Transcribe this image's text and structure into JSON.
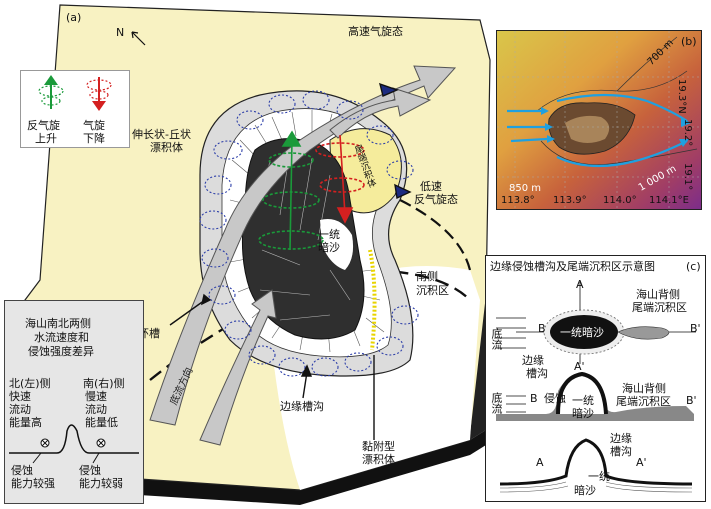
{
  "panel_a": {
    "tag": "(a)",
    "north": "N",
    "fast_cyclone": "高速气旋态",
    "slow_anticyclone": [
      "低速",
      "反气旋态"
    ],
    "elongated": [
      "伸长状-丘状",
      "漂积体"
    ],
    "tail_deposit": "尾端沉积体",
    "seamount": [
      "一统",
      "暗沙"
    ],
    "south_area": [
      "南侧",
      "沉积区"
    ],
    "moat": "环槽",
    "margin_trough": "边缘槽沟",
    "bottom_current": "底流方向",
    "attached": [
      "黏附型",
      "漂积体"
    ]
  },
  "legend_icons": {
    "anticyclone": [
      "反气旋",
      "上升"
    ],
    "cyclone": [
      "气旋",
      "下降"
    ]
  },
  "legend_box": {
    "title": [
      "海山南北两侧",
      "水流速度和",
      "侵蚀强度差异"
    ],
    "north": [
      "北(左)侧",
      "快速",
      "流动",
      "能量高"
    ],
    "south": [
      "南(右)侧",
      "慢速",
      "流动",
      "能量低"
    ],
    "bottom_left": [
      "侵蚀",
      "能力较强"
    ],
    "bottom_right": [
      "侵蚀",
      "能力较弱"
    ]
  },
  "panel_b": {
    "tag": "(b)",
    "contour_700": "700 m",
    "contour_850": "850 m",
    "contour_1000": "1 000 m",
    "lon_ticks": [
      "113.8°",
      "113.9°",
      "114.0°",
      "114.1°E"
    ],
    "lat_ticks": [
      "19.3°N",
      "19.2°",
      "19.1°"
    ]
  },
  "panel_c": {
    "tag": "(c)",
    "title": "边缘侵蚀槽沟及尾端沉积区示意图",
    "current": "底流",
    "seamount": "一统暗沙",
    "seamount_split": [
      "一统",
      "暗沙"
    ],
    "back_tail": [
      "海山背侧",
      "尾端沉积区"
    ],
    "margin_trough": [
      "边缘",
      "槽沟"
    ],
    "erosion": "侵蚀",
    "a": "A",
    "a_prime": "A'",
    "b": "B",
    "b_prime": "B'"
  }
}
